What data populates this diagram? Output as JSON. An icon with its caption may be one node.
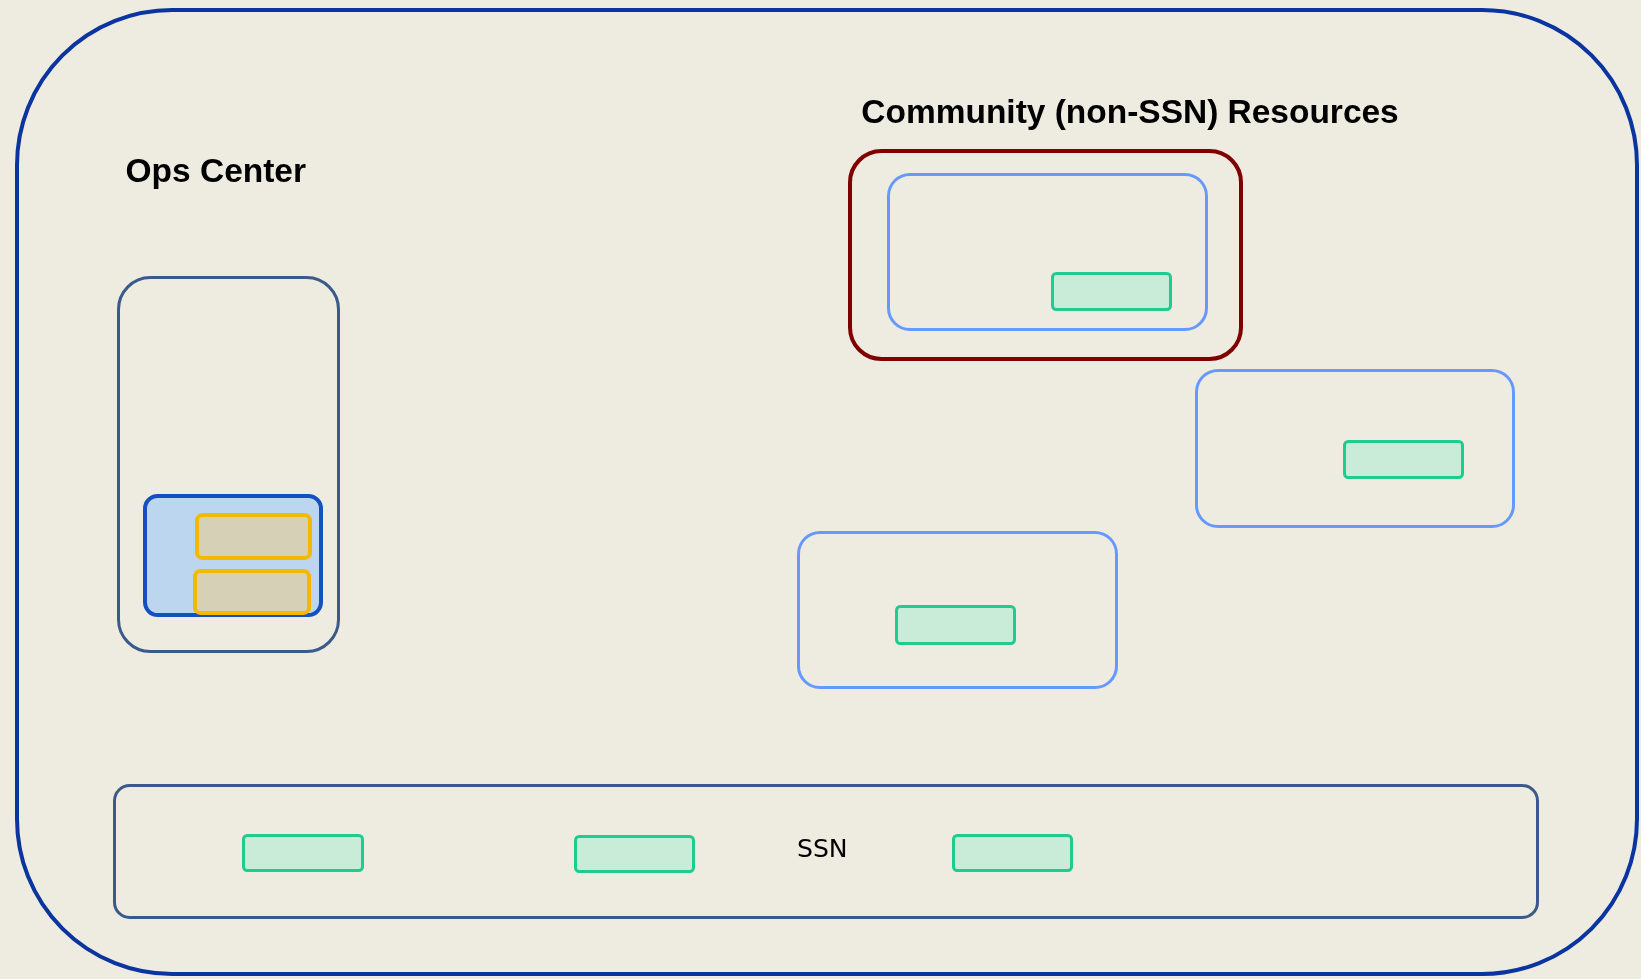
{
  "diagram": {
    "nodes": [
      {
        "text": [],
        "shape": "box"
      },
      {
        "text": [],
        "shape": "box",
        "in": 0
      },
      {
        "text": [],
        "shape": "box",
        "in": 1
      },
      {
        "text": [],
        "shape": "box",
        "in": 2
      },
      {
        "text": [],
        "shape": "box",
        "in": 2
      },
      {
        "text": [],
        "shape": "box",
        "in": 0
      },
      {
        "text": [],
        "shape": "box",
        "in": 5
      },
      {
        "text": [],
        "shape": "box",
        "in": 6
      },
      {
        "text": [],
        "shape": "box",
        "in": 0
      },
      {
        "text": [],
        "shape": "box",
        "in": 8
      },
      {
        "text": [],
        "shape": "box",
        "in": 0
      },
      {
        "text": [],
        "shape": "box",
        "in": 10
      },
      {
        "text": [
          "SSN"
        ],
        "in": 0
      },
      {
        "text": [],
        "shape": "box",
        "in": 12
      },
      {
        "text": [],
        "shape": "box",
        "in": 12
      },
      {
        "text": [],
        "shape": "box",
        "in": 12
      }
    ],
    "labels": [
      "Ops Center",
      "Community (non-SSN) Resources"
    ]
  }
}
